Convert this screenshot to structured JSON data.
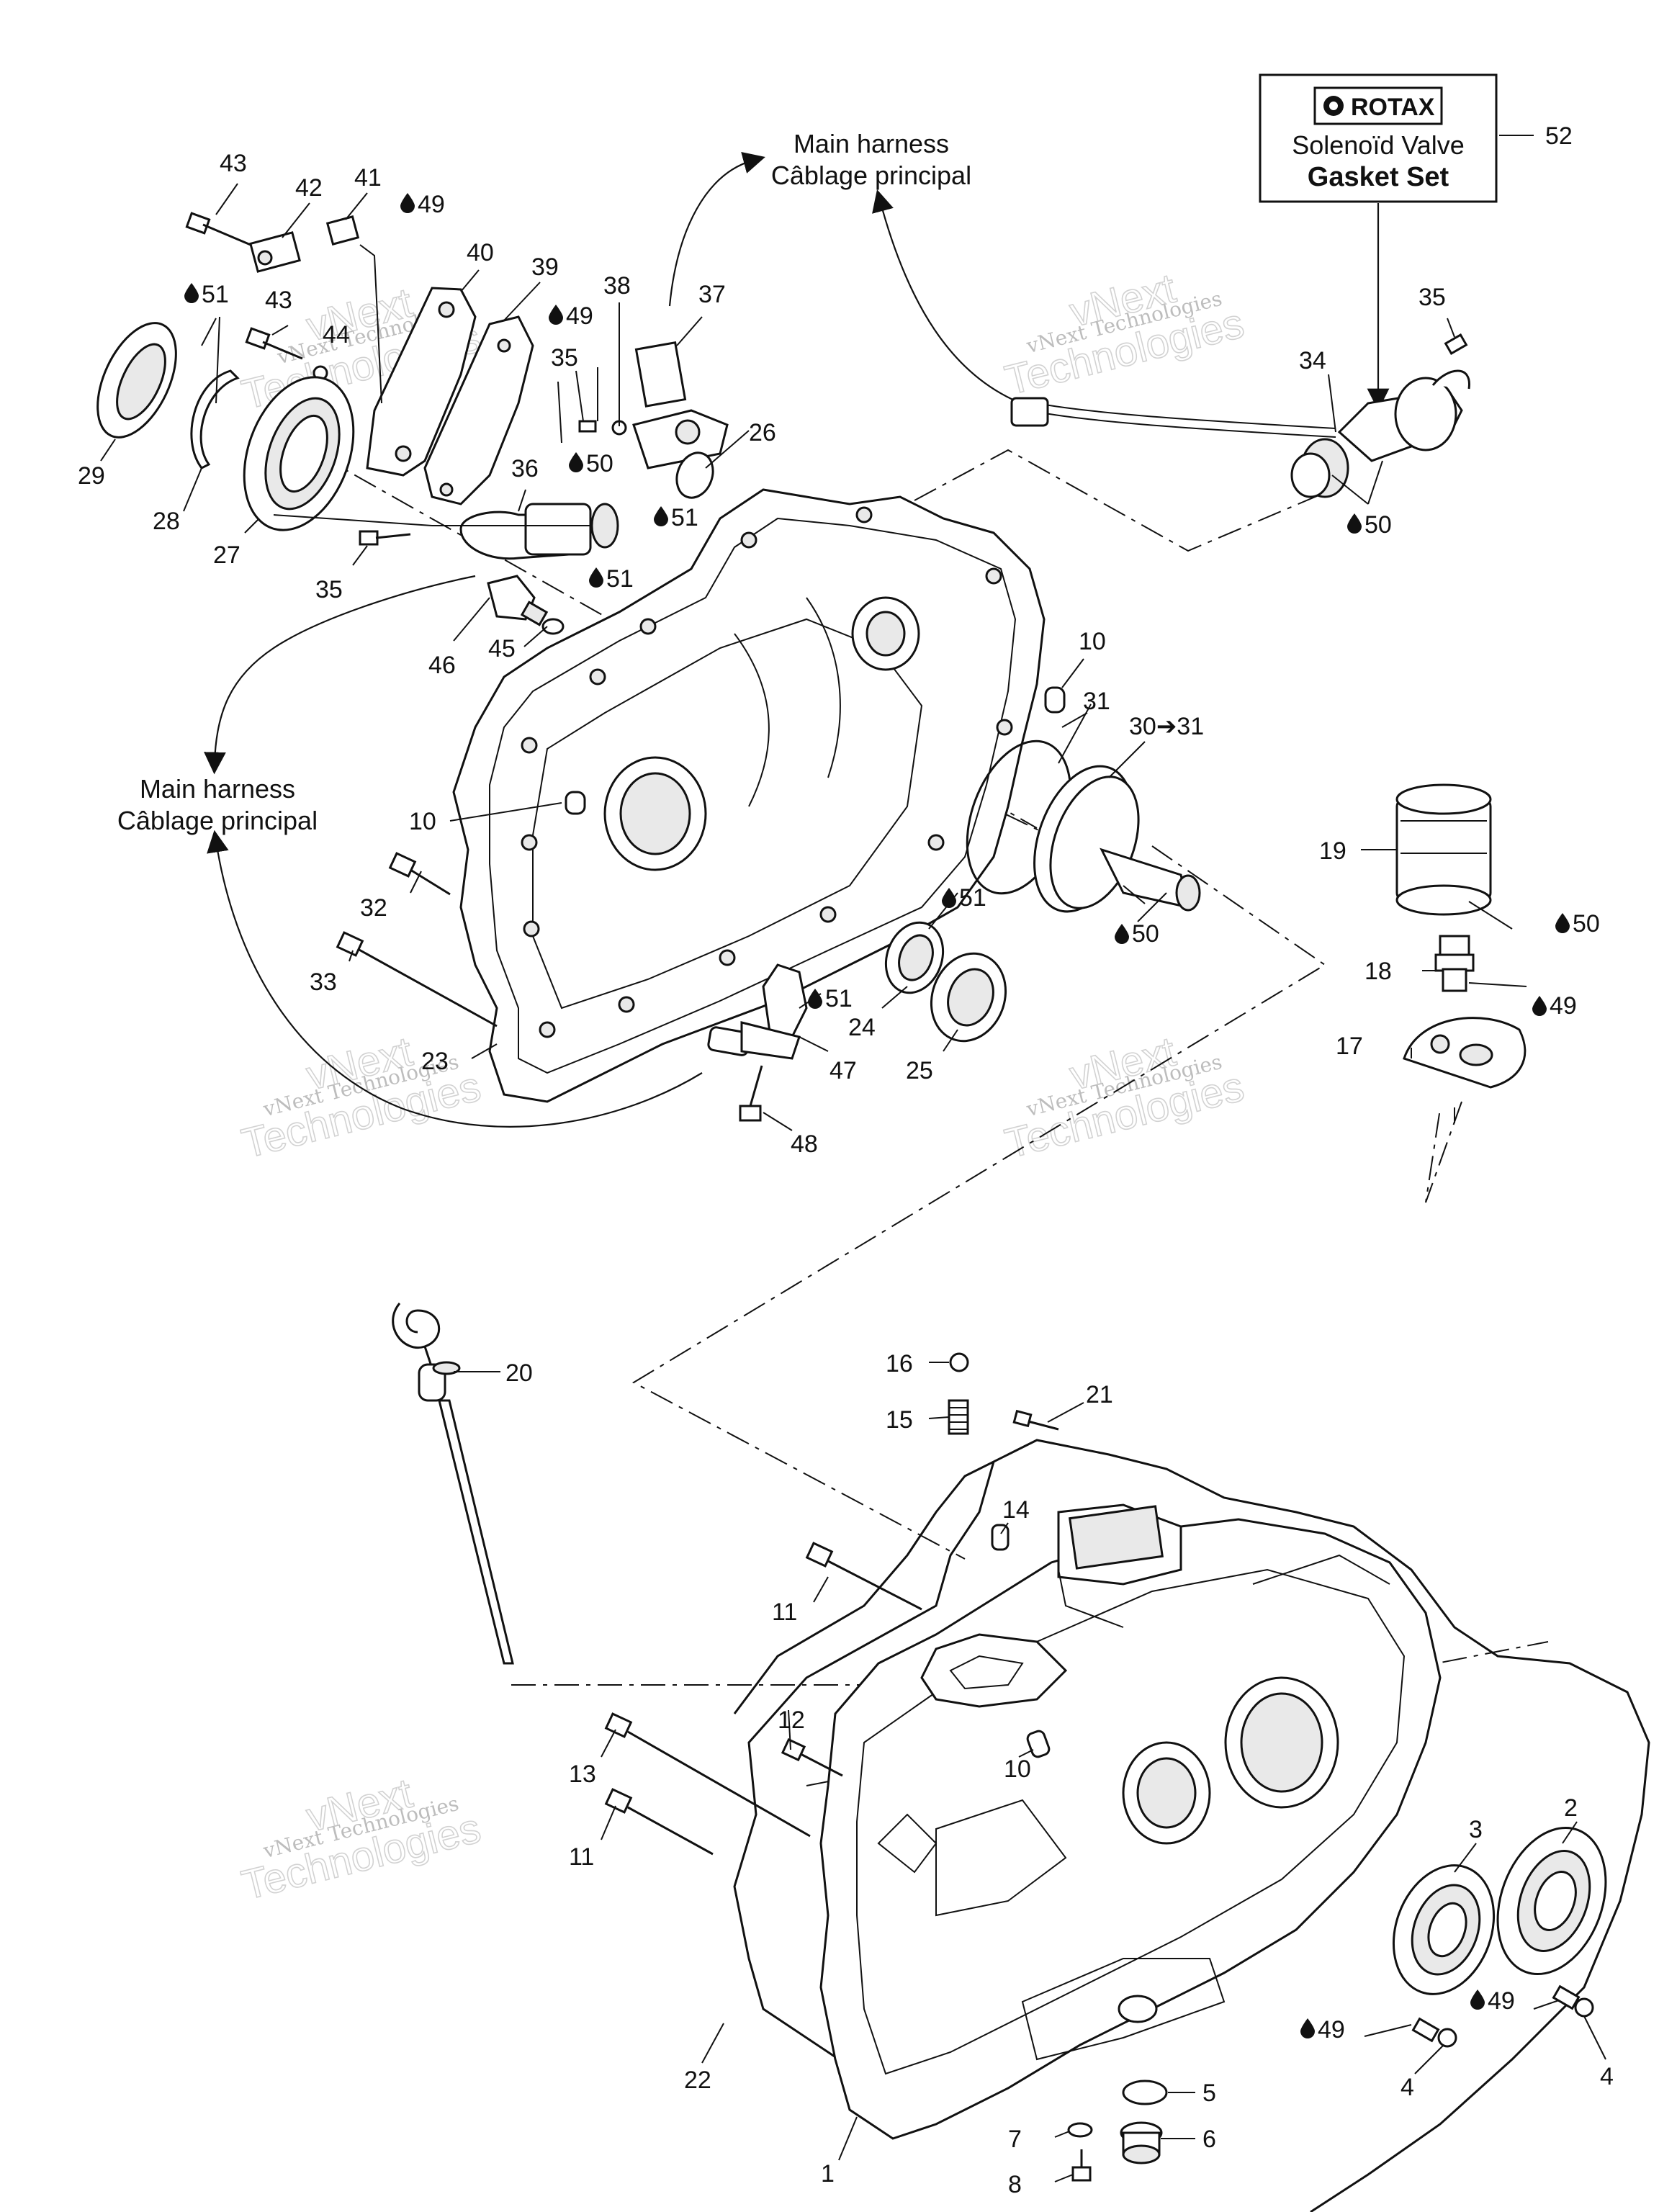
{
  "harness_labels": [
    {
      "line1": "Main harness",
      "line2": "Câblage principal"
    },
    {
      "line1": "Main harness",
      "line2": "Câblage principal"
    }
  ],
  "kit_box": {
    "brand": "ROTAX",
    "line1": "Solenoïd Valve",
    "line2": "Gasket Set",
    "callout": "52"
  },
  "watermark": {
    "small": "vNext Technologies",
    "big_line1": "vNext",
    "big_line2": "Technologies"
  },
  "callouts": {
    "c43a": "43",
    "c42": "42",
    "c41": "41",
    "c49a": "49",
    "c40": "40",
    "c39": "39",
    "c38": "38",
    "c37": "37",
    "c51a": "51",
    "c43b": "43",
    "c44": "44",
    "c49b": "49",
    "c35a": "35",
    "c29": "29",
    "c28": "28",
    "c27": "27",
    "c36": "36",
    "c50a": "50",
    "c26": "26",
    "c51b": "51",
    "c35b": "35",
    "c51c": "51",
    "c46": "46",
    "c45": "45",
    "c35c": "35",
    "c34": "34",
    "c50b": "50",
    "c10a": "10",
    "c31": "31",
    "c3031": "30➔31",
    "c10b": "10",
    "c32": "32",
    "c33": "33",
    "c23": "23",
    "c19": "19",
    "c50c": "50",
    "c51d": "51",
    "c50d": "50",
    "c18": "18",
    "c49c": "49",
    "c17": "17",
    "c51e": "51",
    "c24": "24",
    "c25": "25",
    "c47": "47",
    "c48": "48",
    "c20": "20",
    "c16": "16",
    "c15": "15",
    "c21": "21",
    "c14": "14",
    "c11a": "11",
    "c12": "12",
    "c10c": "10",
    "c13": "13",
    "c11b": "11",
    "c3": "3",
    "c2": "2",
    "c49d": "49",
    "c49e": "49",
    "c4a": "4",
    "c4b": "4",
    "c22": "22",
    "c5": "5",
    "c6": "6",
    "c7": "7",
    "c1": "1",
    "c8": "8"
  }
}
